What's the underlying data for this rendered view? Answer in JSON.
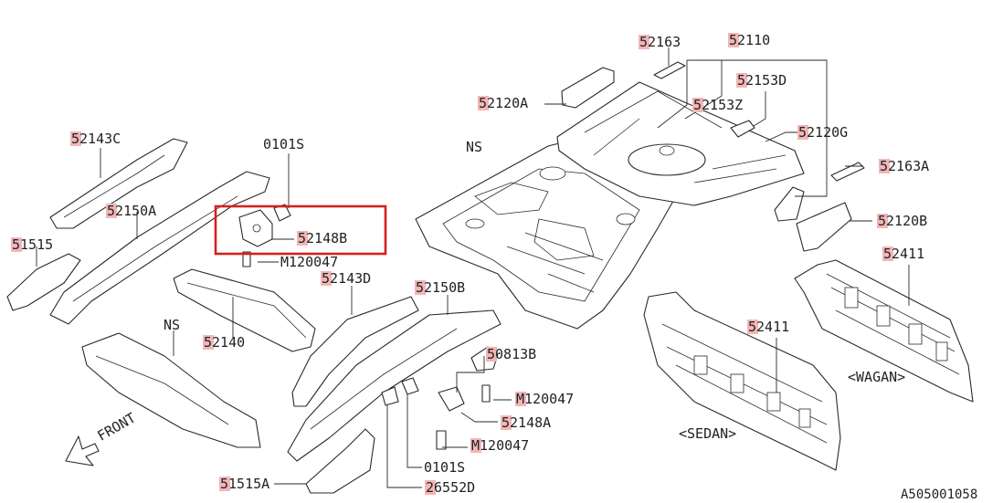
{
  "labels": {
    "p52163": "52163",
    "p52110": "52110",
    "p52153D": "52153D",
    "p52120A": "52120A",
    "p52153Z": "52153Z",
    "ns_floor": "NS",
    "p52120G": "52120G",
    "p52143C": "52143C",
    "p0101S_top": "0101S",
    "p52163A": "52163A",
    "p52150A": "52150A",
    "p52148B": "52148B",
    "p52120B": "52120B",
    "p51515": "51515",
    "pM120047_top": "M120047",
    "p52411_wagon": "52411",
    "p52143D": "52143D",
    "p52150B": "52150B",
    "p52140": "52140",
    "ns_lower": "NS",
    "p52411_sedan": "52411",
    "p50813B": "50813B",
    "wagon": "<WAGAN>",
    "pM120047_mid": "M120047",
    "p52148A": "52148A",
    "sedan": "<SEDAN>",
    "pM120047_low": "M120047",
    "p0101S_low": "0101S",
    "front": "FRONT",
    "p51515A": "51515A",
    "p26552D": "26552D",
    "diagram_code": "A505001058"
  },
  "highlight": {
    "color": "#d42020",
    "target": "52148B"
  }
}
